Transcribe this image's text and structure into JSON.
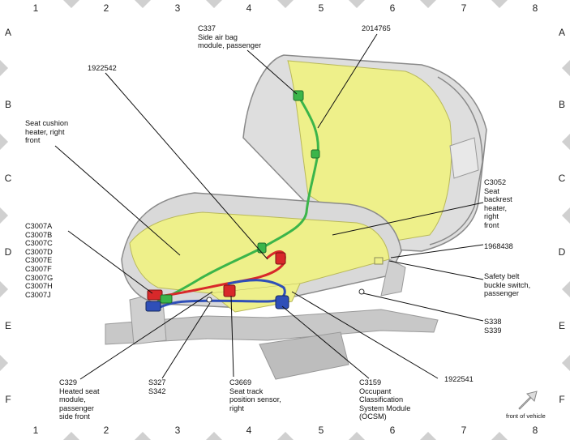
{
  "grid": {
    "columns": [
      "1",
      "2",
      "3",
      "4",
      "5",
      "6",
      "7",
      "8"
    ],
    "rows": [
      "A",
      "B",
      "C",
      "D",
      "E",
      "F"
    ]
  },
  "labels": {
    "c337": [
      "C337",
      "Side air bag",
      "module, passenger"
    ],
    "p2014765": [
      "2014765"
    ],
    "p1922542": [
      "1922542"
    ],
    "seat_cushion_heater": [
      "Seat cushion",
      "heater, right",
      "front"
    ],
    "c3052": [
      "C3052",
      "Seat",
      "backrest",
      "heater,",
      "right",
      "front"
    ],
    "c3007": [
      "C3007A",
      "C3007B",
      "C3007C",
      "C3007D",
      "C3007E",
      "C3007F",
      "C3007G",
      "C3007H",
      "C3007J"
    ],
    "p1968438": [
      "1968438"
    ],
    "safety_belt": [
      "Safety belt",
      "buckle switch,",
      "passenger"
    ],
    "s338": [
      "S338",
      "S339"
    ],
    "c329": [
      "C329",
      "Heated seat",
      "module,",
      "passenger",
      "side front"
    ],
    "s327": [
      "S327",
      "S342"
    ],
    "c3669": [
      "C3669",
      "Seat track",
      "position sensor,",
      "right"
    ],
    "c3159": [
      "C3159",
      "Occupant",
      "Classification",
      "System Module",
      "(OCSM)"
    ],
    "p1922541": [
      "1922541"
    ]
  },
  "front_of_vehicle": "front of vehicle",
  "colors": {
    "heater_yellow": "#eef08a",
    "harness_green": "#3bb54a",
    "harness_red": "#d8282a",
    "harness_blue": "#2f4fb8",
    "seat_gray": "#d9d9d9",
    "diamond_gray": "#d0d0d0"
  }
}
